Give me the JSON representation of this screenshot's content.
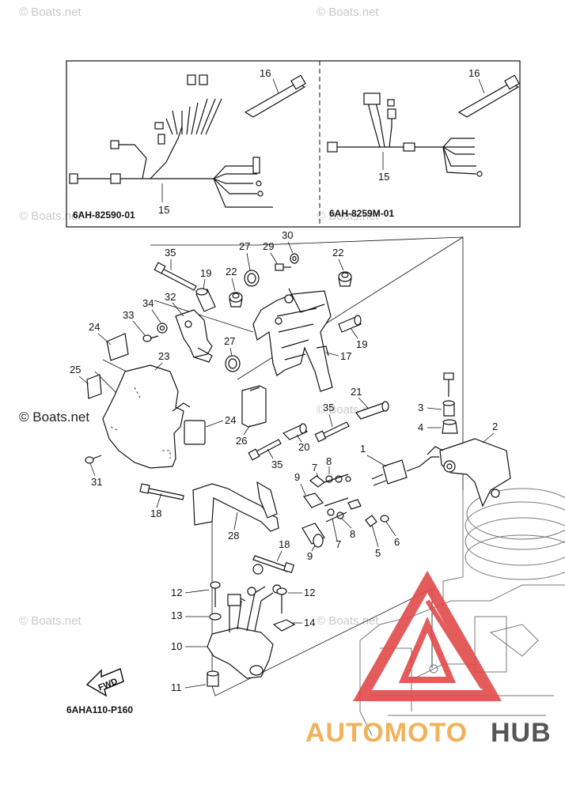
{
  "watermarks": {
    "site": "© Boats.net"
  },
  "inset": {
    "left_code": "6AH-82590-01",
    "right_code": "6AH-8259M-01"
  },
  "callouts": {
    "c1": "1",
    "c2": "2",
    "c3": "3",
    "c4": "4",
    "c5": "5",
    "c6": "6",
    "c7": "7",
    "c8": "8",
    "c9": "9",
    "c10": "10",
    "c11": "11",
    "c12": "12",
    "c13": "13",
    "c14": "14",
    "c15": "15",
    "c16": "16",
    "c17": "17",
    "c18": "18",
    "c19": "19",
    "c20": "20",
    "c21": "21",
    "c22": "22",
    "c23": "23",
    "c24": "24",
    "c25": "25",
    "c26": "26",
    "c27": "27",
    "c28": "28",
    "c29": "29",
    "c30": "30",
    "c31": "31",
    "c32": "32",
    "c33": "33",
    "c34": "34",
    "c35": "35"
  },
  "fwd_label": "FWD",
  "diagram_code": "6AHA110-P160",
  "brand": {
    "part1": "AUTOMOTO",
    "part2": "HUB",
    "color_main": "#f0b25a",
    "color_tail": "#555555",
    "logo_color": "#e24a4a"
  }
}
